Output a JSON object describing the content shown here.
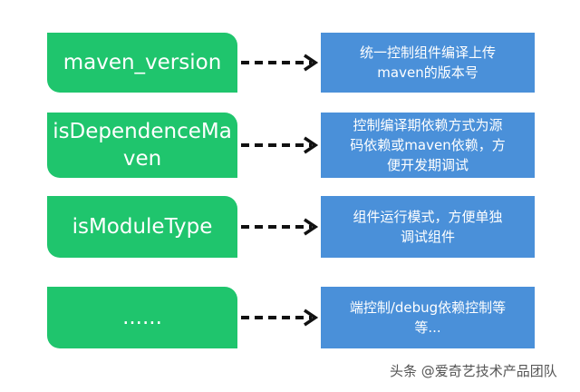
{
  "colors": {
    "key_box": "#1fc56d",
    "desc_box": "#4a90d9",
    "arrow": "#111111"
  },
  "rows": [
    {
      "key": "maven_version",
      "desc_lines": [
        "统一控制组件编译上传",
        "maven的版本号"
      ]
    },
    {
      "key": "isDependenceMaven",
      "desc_lines": [
        "控制编译期依赖方式为源",
        "码依赖或maven依赖，方",
        "便开发期调试"
      ]
    },
    {
      "key": "isModuleType",
      "desc_lines": [
        "组件运行模式，方便单独",
        "调试组件"
      ]
    },
    {
      "key": "......",
      "desc_lines": [
        "端控制/debug依赖控制等",
        "等..."
      ]
    }
  ],
  "watermark": "头条 @爱奇艺技术产品团队"
}
